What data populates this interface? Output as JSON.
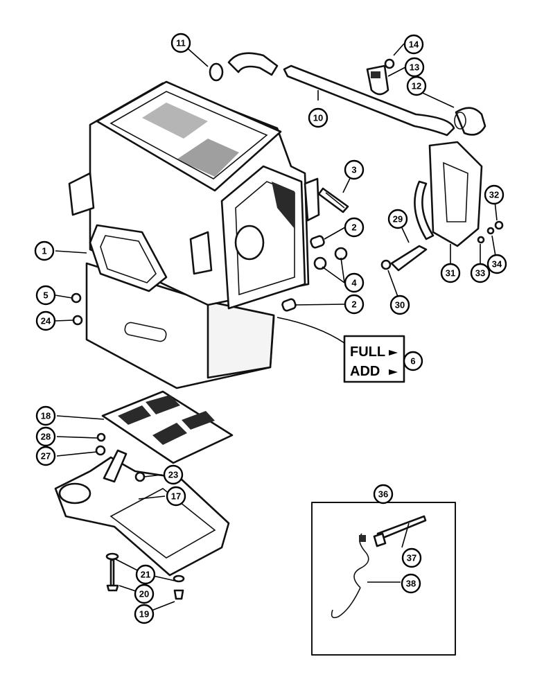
{
  "diagram": {
    "level_label": {
      "full": "FULL",
      "add": "ADD"
    },
    "callouts": [
      {
        "id": "c1",
        "label": "1"
      },
      {
        "id": "c2a",
        "label": "2"
      },
      {
        "id": "c2b",
        "label": "2"
      },
      {
        "id": "c3",
        "label": "3"
      },
      {
        "id": "c4",
        "label": "4"
      },
      {
        "id": "c5",
        "label": "5"
      },
      {
        "id": "c6",
        "label": "6"
      },
      {
        "id": "c10",
        "label": "10"
      },
      {
        "id": "c11",
        "label": "11"
      },
      {
        "id": "c12",
        "label": "12"
      },
      {
        "id": "c13",
        "label": "13"
      },
      {
        "id": "c14",
        "label": "14"
      },
      {
        "id": "c17",
        "label": "17"
      },
      {
        "id": "c18",
        "label": "18"
      },
      {
        "id": "c19",
        "label": "19"
      },
      {
        "id": "c20",
        "label": "20"
      },
      {
        "id": "c21",
        "label": "21"
      },
      {
        "id": "c23",
        "label": "23"
      },
      {
        "id": "c24",
        "label": "24"
      },
      {
        "id": "c27",
        "label": "27"
      },
      {
        "id": "c28",
        "label": "28"
      },
      {
        "id": "c29",
        "label": "29"
      },
      {
        "id": "c30",
        "label": "30"
      },
      {
        "id": "c31",
        "label": "31"
      },
      {
        "id": "c32",
        "label": "32"
      },
      {
        "id": "c33",
        "label": "33"
      },
      {
        "id": "c34",
        "label": "34"
      },
      {
        "id": "c36",
        "label": "36"
      },
      {
        "id": "c37",
        "label": "37"
      },
      {
        "id": "c38",
        "label": "38"
      }
    ]
  }
}
